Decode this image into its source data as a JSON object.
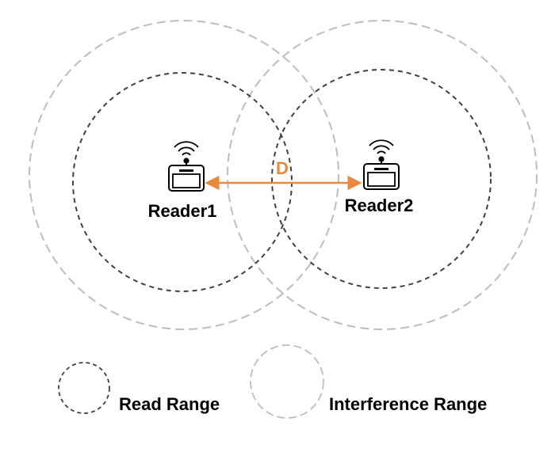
{
  "readers": [
    {
      "label": "Reader1"
    },
    {
      "label": "Reader2"
    }
  ],
  "distance_label": "D",
  "legend": {
    "read_range": "Read Range",
    "interference_range": "Interference Range"
  },
  "colors": {
    "read_range_stroke": "#404040",
    "interference_range_stroke": "#bdbdbd",
    "distance_arrow": "#e8893c",
    "text": "#000000",
    "reader_icon": "#000000"
  },
  "icons": {
    "reader": "rfid-reader-icon",
    "signal": "wifi-signal-icon"
  }
}
